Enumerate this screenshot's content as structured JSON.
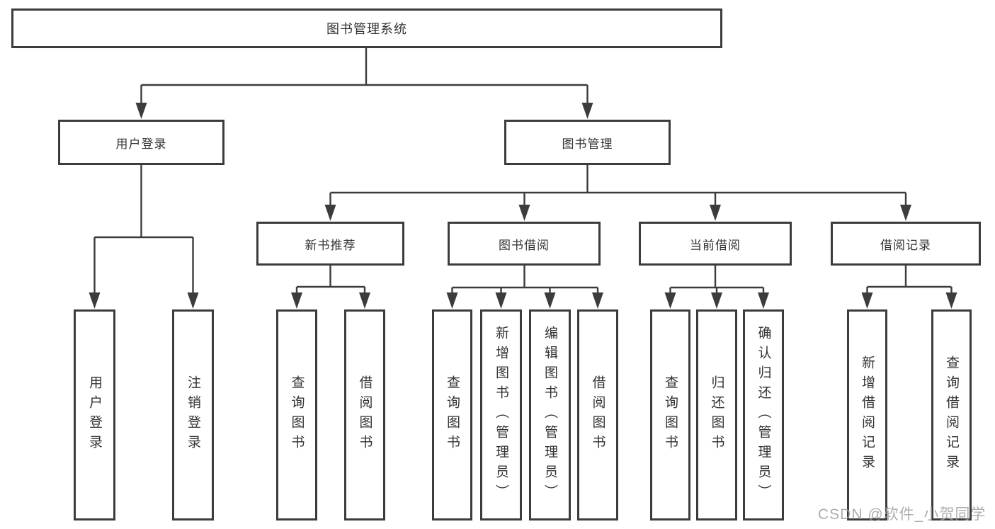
{
  "diagram": {
    "type": "hierarchy",
    "colors": {
      "line": "#3c3c3c",
      "box_border": "#3c3c3c",
      "text": "#333333",
      "background": "#ffffff",
      "watermark": "#a0a0a0"
    },
    "nodes": {
      "root": {
        "label": "图书管理系统"
      },
      "level2": {
        "user_login": {
          "label": "用户登录"
        },
        "book_management": {
          "label": "图书管理"
        }
      },
      "level3": {
        "new_book_recommend": {
          "label": "新书推荐"
        },
        "book_borrowing": {
          "label": "图书借阅"
        },
        "current_borrowing": {
          "label": "当前借阅"
        },
        "borrowing_records": {
          "label": "借阅记录"
        }
      },
      "level4": {
        "user_login": {
          "label": "用户登录"
        },
        "logout": {
          "label": "注销登录"
        },
        "recommend_query_books": {
          "label": "查询图书"
        },
        "recommend_borrow_books": {
          "label": "借阅图书"
        },
        "borrowing_query_books": {
          "label": "查询图书"
        },
        "borrowing_add_books": {
          "label": "新增图书（管理员）"
        },
        "borrowing_edit_books": {
          "label": "编辑图书（管理员）"
        },
        "borrowing_borrow_books": {
          "label": "借阅图书"
        },
        "current_query_books": {
          "label": "查询图书"
        },
        "current_return_books": {
          "label": "归还图书"
        },
        "current_confirm_return": {
          "label": "确认归还（管理员）"
        },
        "records_add_record": {
          "label": "新增借阅记录"
        },
        "records_query_record": {
          "label": "查询借阅记录"
        }
      }
    },
    "watermark": {
      "text": "CSDN @软件_小贺同学"
    }
  }
}
